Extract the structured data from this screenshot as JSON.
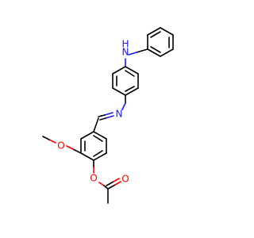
{
  "molecule": {
    "atoms": {
      "amine_n": "N",
      "amine_h": "H",
      "imine_n": "N",
      "methoxy_o": "O",
      "ester_o": "O",
      "carbonyl_o": "O"
    },
    "colors": {
      "carbon": "#000000",
      "nitrogen": "#1a1aff",
      "oxygen": "#ff0000"
    }
  }
}
